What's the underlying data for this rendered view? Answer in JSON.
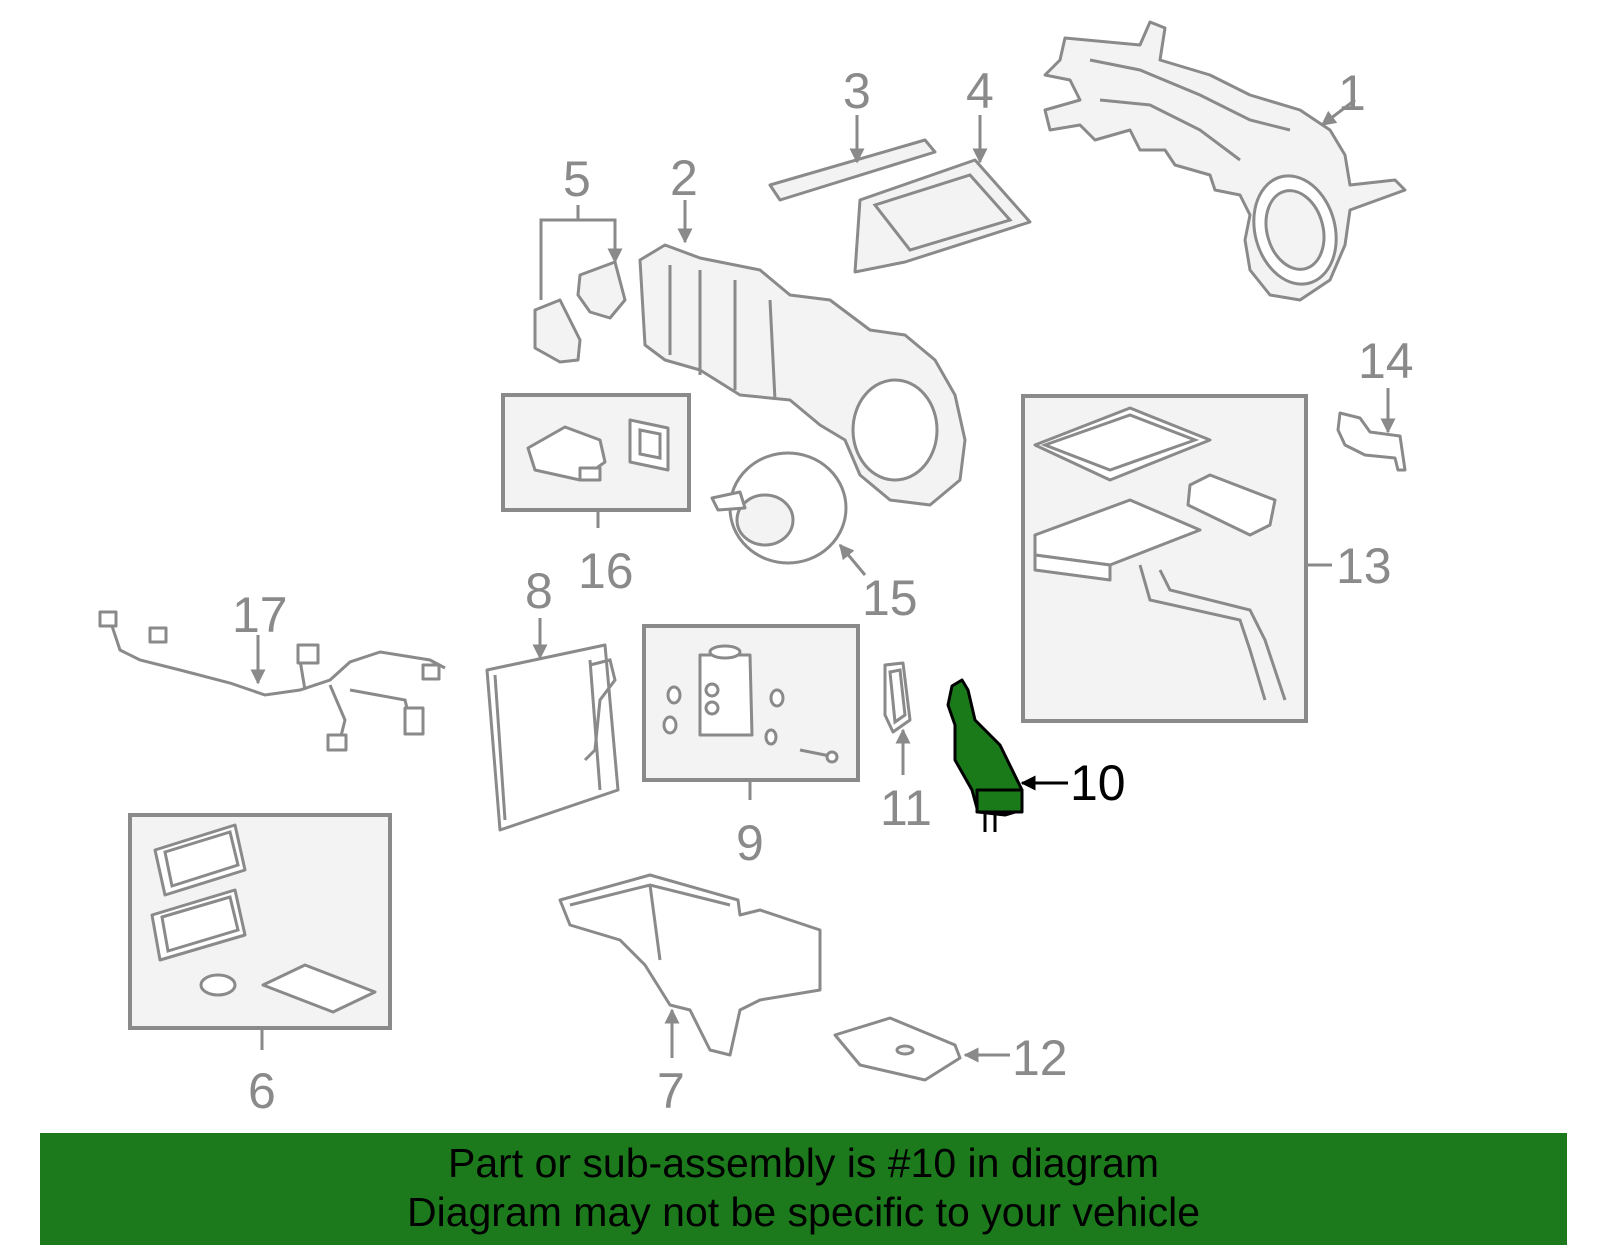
{
  "diagram": {
    "labels": {
      "l1": "1",
      "l2": "2",
      "l3": "3",
      "l4": "4",
      "l5": "5",
      "l6": "6",
      "l7": "7",
      "l8": "8",
      "l9": "9",
      "l10": "10",
      "l11": "11",
      "l12": "12",
      "l13": "13",
      "l14": "14",
      "l15": "15",
      "l16": "16",
      "l17": "17"
    },
    "highlighted_part": "10",
    "highlight_color": "#1a7a1a",
    "part_color": "#f3f3f3",
    "line_color": "#8a8a8a"
  },
  "banner": {
    "line1": "Part or sub-assembly is #10 in diagram",
    "line2": "Diagram may not be specific to your vehicle",
    "background": "#1c7a1c"
  }
}
